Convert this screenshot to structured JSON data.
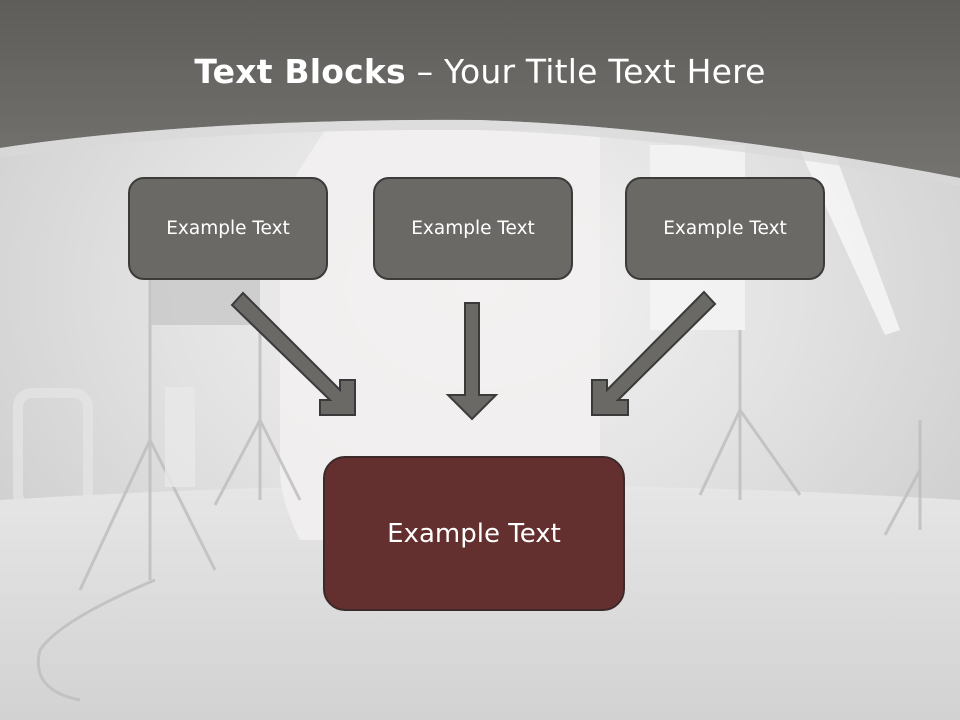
{
  "slide": {
    "title_bold": "Text Blocks",
    "title_dash": " – ",
    "title_rest": "Your Title Text Here"
  },
  "blocks": {
    "left": "Example Text",
    "center": "Example Text",
    "right": "Example Text",
    "main": "Example Text"
  },
  "colors": {
    "header_band": "#6c6a66",
    "block_fill": "#6b6966",
    "block_border": "#3c3b39",
    "main_fill": "#632f2f",
    "arrow_fill": "#6b6966",
    "arrow_border": "#3a3a3a"
  },
  "icons": {
    "arrows": [
      "arrow-down-right-icon",
      "arrow-down-icon",
      "arrow-down-left-icon"
    ]
  }
}
